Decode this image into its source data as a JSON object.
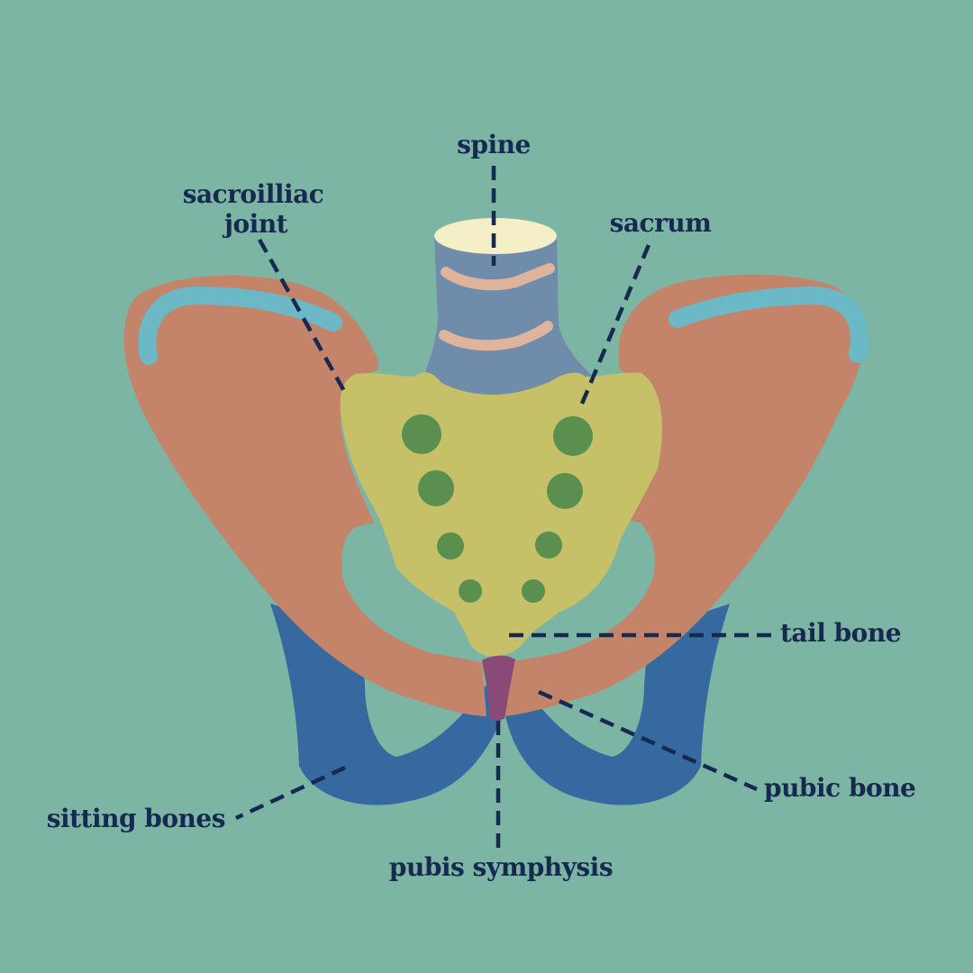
{
  "diagram": {
    "labels": {
      "spine": "spine",
      "sacroiliac_line1": "sacroilliac",
      "sacroiliac_line2": "joint",
      "sacrum": "sacrum",
      "tail_bone": "tail bone",
      "pubic_bone": "pubic bone",
      "sitting_bones": "sitting bones",
      "pubis_symphysis": "pubis symphysis"
    },
    "colors": {
      "background": "#7db5a4",
      "ilium": "#c4846a",
      "iliac_crest": "#6bb8c7",
      "sacrum": "#c6c168",
      "sacral_foramina": "#5a8f4f",
      "spine": "#6f8cab",
      "vertebra_top": "#f4efc6",
      "disc": "#deb49c",
      "sitting_bones": "#3569a0",
      "symphysis": "#8a4a78",
      "label_text": "#16294f"
    }
  }
}
